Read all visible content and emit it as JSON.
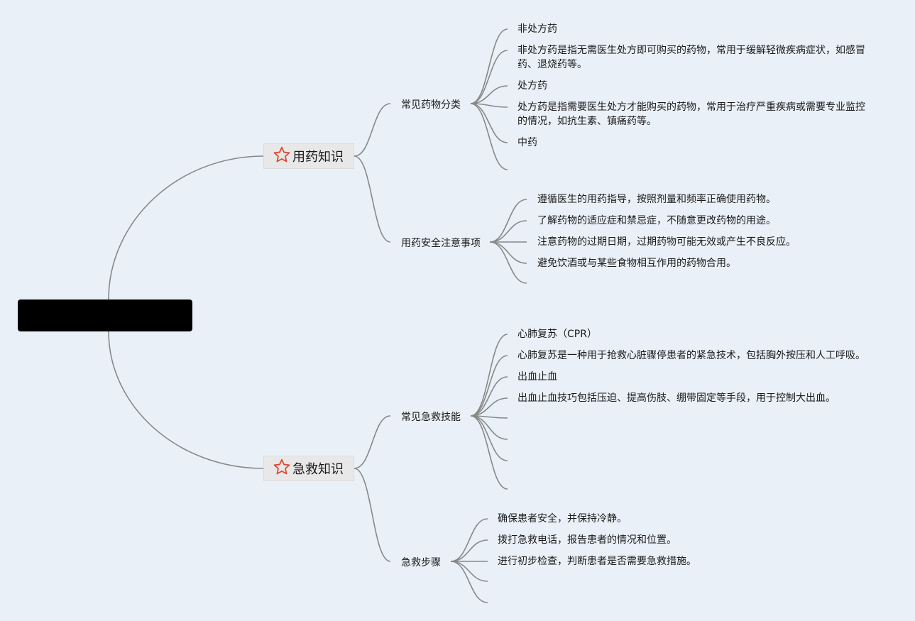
{
  "root_title": "",
  "topics": [
    {
      "label": "用药知识",
      "icon": "star-icon",
      "subtopics": [
        {
          "label": "常见药物分类",
          "items": [
            "非处方药",
            "非处方药是指无需医生处方即可购买的药物，常用于缓解轻微疾病症状，如感冒药、退烧药等。",
            "处方药",
            "处方药是指需要医生处方才能购买的药物，常用于治疗严重疾病或需要专业监控的情况，如抗生素、镇痛药等。",
            "中药",
            ""
          ]
        },
        {
          "label": "用药安全注意事项",
          "items": [
            "遵循医生的用药指导，按照剂量和频率正确使用药物。",
            "了解药物的适应症和禁忌症，不随意更改药物的用途。",
            "注意药物的过期日期，过期药物可能无效或产生不良反应。",
            "避免饮酒或与某些食物相互作用的药物合用。",
            ""
          ]
        }
      ]
    },
    {
      "label": "急救知识",
      "icon": "star-icon",
      "subtopics": [
        {
          "label": "常见急救技能",
          "items": [
            "心肺复苏（CPR）",
            "心肺复苏是一种用于抢救心脏骤停患者的紧急技术，包括胸外按压和人工呼吸。",
            "出血止血",
            "出血止血技巧包括压迫、提高伤肢、绷带固定等手段，用于控制大出血。",
            "",
            "",
            "",
            ""
          ]
        },
        {
          "label": "急救步骤",
          "items": [
            "确保患者安全，并保持冷静。",
            "拨打急救电话，报告患者的情况和位置。",
            "进行初步检查，判断患者是否需要急救措施。",
            "",
            ""
          ]
        }
      ]
    }
  ],
  "colors": {
    "background": "#e9f0f8",
    "line": "#888888",
    "star": "#e0452e"
  }
}
